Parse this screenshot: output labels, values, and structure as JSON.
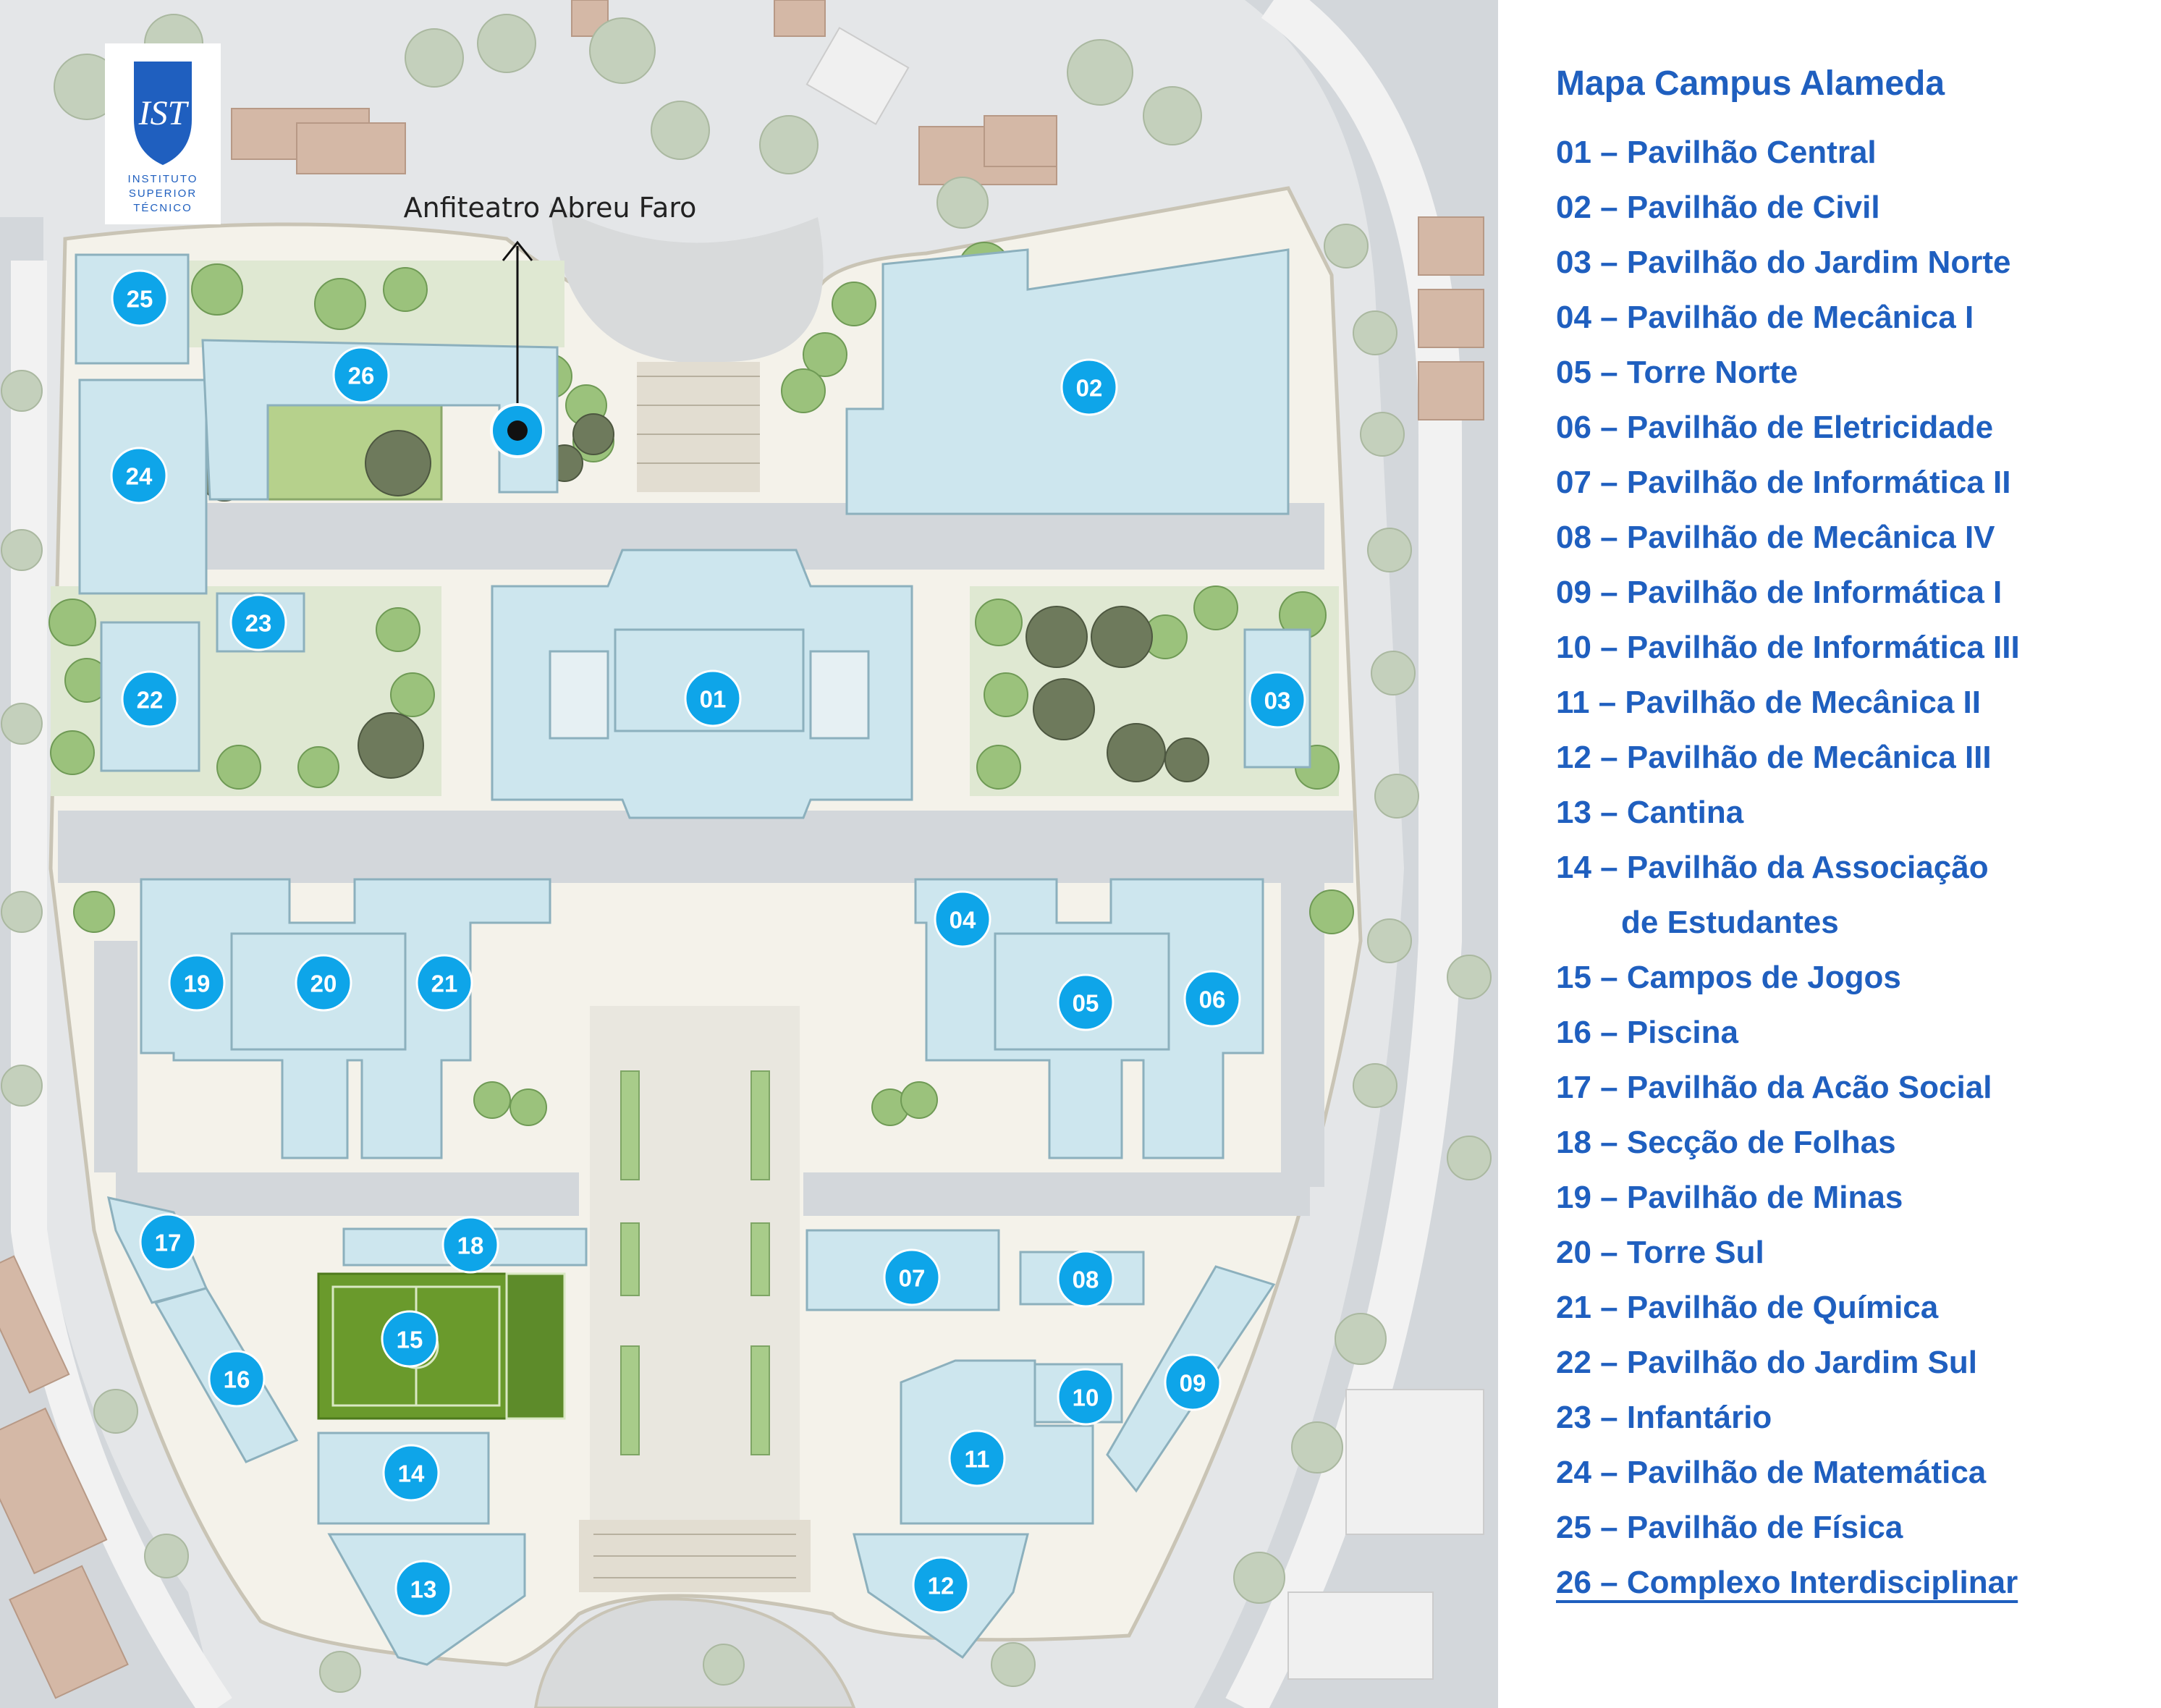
{
  "logo": {
    "line1": "INSTITUTO",
    "line2": "SUPERIOR",
    "line3": "TÉCNICO"
  },
  "annotation": {
    "label": "Anfiteatro Abreu Faro"
  },
  "legend": {
    "title": "Mapa Campus Alameda",
    "items": [
      "01 – Pavilhão Central",
      "02 – Pavilhão de Civil",
      "03 – Pavilhão do Jardim Norte",
      "04 – Pavilhão de Mecânica I",
      "05 – Torre Norte",
      "06 – Pavilhão de Eletricidade",
      "07 – Pavilhão de Informática II",
      "08 – Pavilhão de Mecânica IV",
      "09 – Pavilhão de Informática I",
      "10 – Pavilhão de Informática III",
      "11 – Pavilhão de Mecânica II",
      "12 – Pavilhão de Mecânica III",
      "13 – Cantina",
      "14 – Pavilhão da Associação",
      "de Estudantes",
      "15 – Campos de Jogos",
      "16 – Piscina",
      "17 – Pavilhão da Acão Social",
      "18 – Secção de Folhas",
      "19 – Pavilhão de Minas",
      "20 – Torre Sul",
      "21 – Pavilhão de Química",
      "22 – Pavilhão do Jardim Sul",
      "23 – Infantário",
      "24 – Pavilhão de Matemática",
      "25 – Pavilhão de Física",
      "26 – Complexo Interdisciplinar"
    ]
  },
  "markers": [
    "01",
    "02",
    "03",
    "04",
    "05",
    "06",
    "07",
    "08",
    "09",
    "10",
    "11",
    "12",
    "13",
    "14",
    "15",
    "16",
    "17",
    "18",
    "19",
    "20",
    "21",
    "22",
    "23",
    "24",
    "25",
    "26"
  ],
  "colors": {
    "marker": "#0ea5e9",
    "legend_text": "#1f5fbf",
    "building": "#cde6ee",
    "field": "#6a9a2c"
  }
}
